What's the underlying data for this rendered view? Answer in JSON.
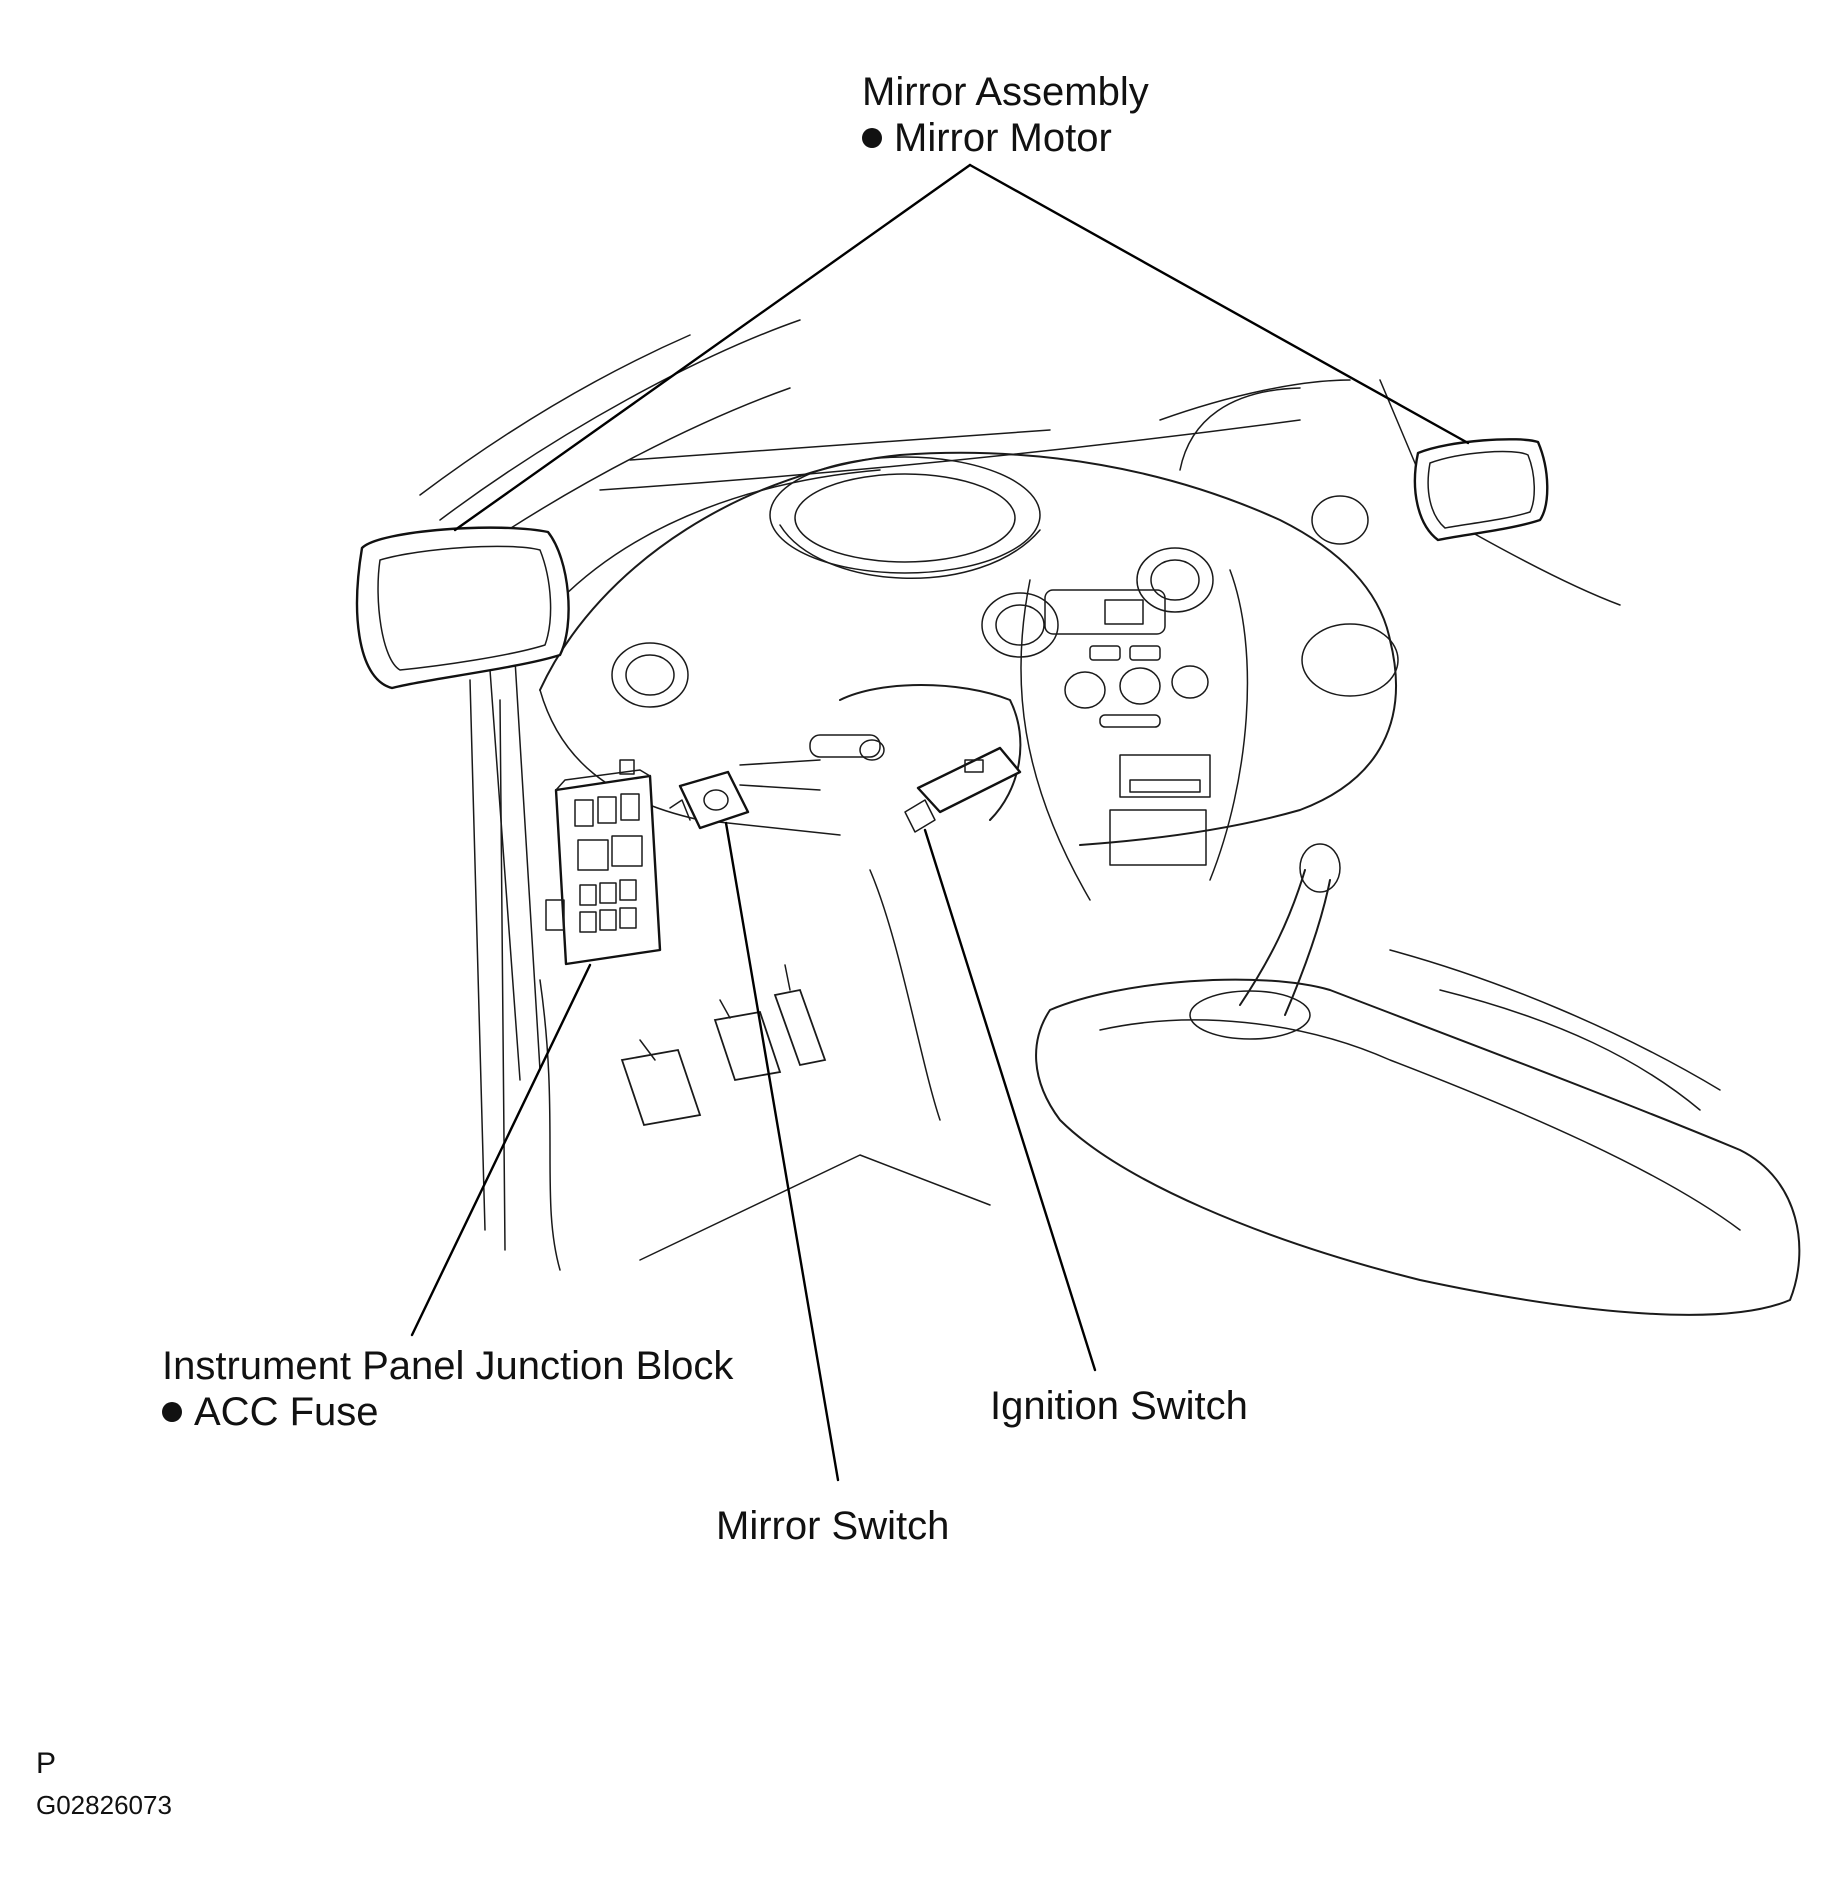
{
  "labels": {
    "mirror_assembly_title": "Mirror Assembly",
    "mirror_assembly_item": "Mirror Motor",
    "junction_block_title": "Instrument Panel Junction Block",
    "junction_block_item": "ACC Fuse",
    "ignition_switch": "Ignition Switch",
    "mirror_switch": "Mirror Switch"
  },
  "footer": {
    "section_letter": "P",
    "figure_code": "G02826073"
  }
}
